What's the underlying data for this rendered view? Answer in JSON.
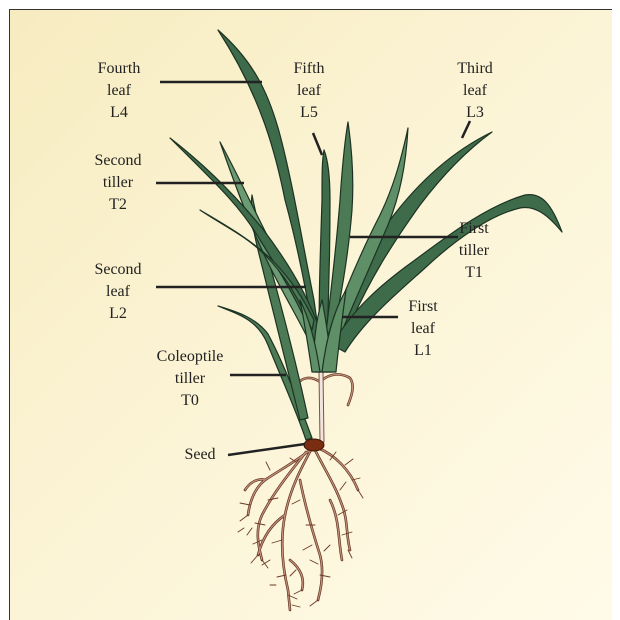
{
  "labels": {
    "fourth_leaf": [
      "Fourth",
      "leaf",
      "L4"
    ],
    "fifth_leaf": [
      "Fifth",
      "leaf",
      "L5"
    ],
    "third_leaf": [
      "Third",
      "leaf",
      "L3"
    ],
    "second_tiller": [
      "Second",
      "tiller",
      "T2"
    ],
    "first_tiller": [
      "First",
      "tiller",
      "T1"
    ],
    "second_leaf": [
      "Second",
      "leaf",
      "L2"
    ],
    "first_leaf": [
      "First",
      "leaf",
      "L1"
    ],
    "coleoptile_tiller": [
      "Coleoptile",
      "tiller",
      "T0"
    ],
    "seed": "Seed"
  },
  "colors": {
    "leaf": "#3e6b4a",
    "leaf_light": "#5f8f66",
    "leaf_outline": "#1c3323",
    "root": "#c38f78",
    "root_outline": "#5a2e1c",
    "seed": "#7a2d10"
  }
}
